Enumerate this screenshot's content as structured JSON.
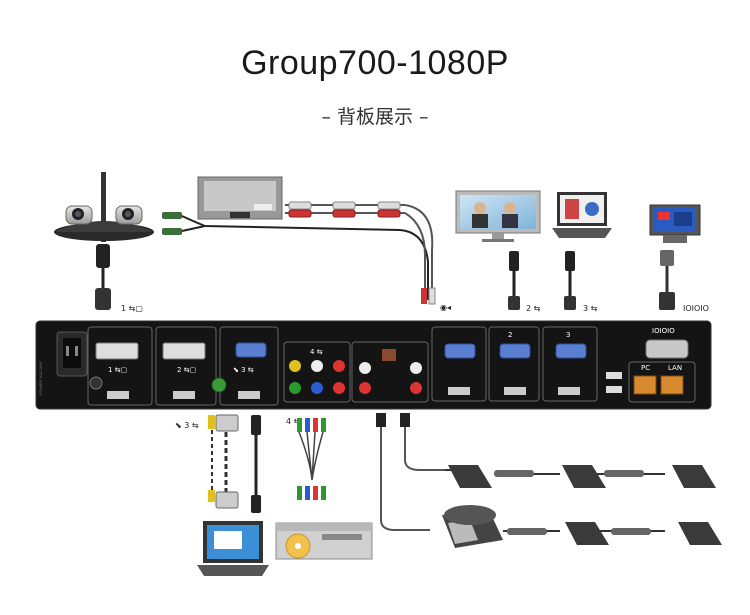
{
  "header": {
    "title": "Group700-1080P",
    "subtitle": "– 背板展示 –"
  },
  "panel": {
    "accent": "#111111",
    "port_labels": {
      "cam1": "1",
      "cam2": "2",
      "pc3": "3",
      "video_in": "4",
      "monitor_out2": "2",
      "monitor_out3": "3",
      "serial": "IOIOIO",
      "pc_net": "PC",
      "lan_net": "LAN"
    }
  },
  "callouts": {
    "cam1": "1",
    "monitor2": "2",
    "monitor3": "3",
    "serial": "IOIOIO",
    "pc3": "3",
    "video4": "4"
  }
}
